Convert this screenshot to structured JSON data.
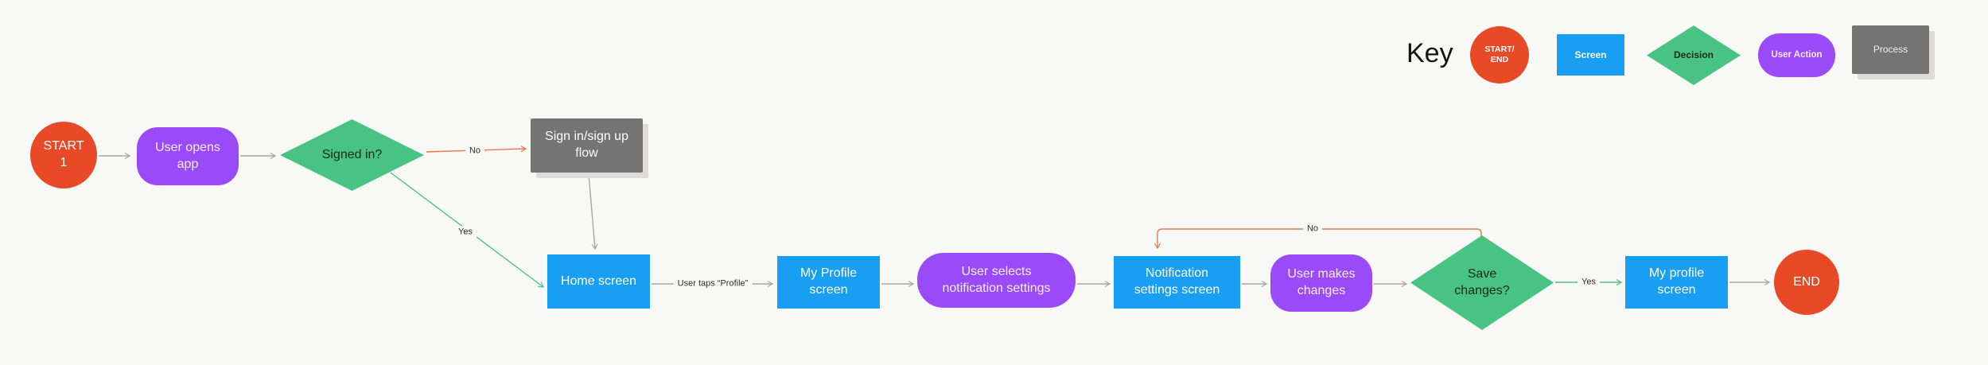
{
  "canvas": {
    "background": "#f8f8f6"
  },
  "key": {
    "title": "Key",
    "items": [
      {
        "id": "start-end",
        "label": "START/\nEND",
        "shape": "circle",
        "color": "#e84a27"
      },
      {
        "id": "screen",
        "label": "Screen",
        "shape": "rect",
        "color": "#189ef2"
      },
      {
        "id": "decision",
        "label": "Decision",
        "shape": "diamond",
        "color": "#49c383"
      },
      {
        "id": "user-action",
        "label": "User Action",
        "shape": "pill",
        "color": "#9a4bf7"
      },
      {
        "id": "process",
        "label": "Process",
        "shape": "rect-shadow",
        "color": "#747474"
      }
    ]
  },
  "nodes": {
    "start": {
      "label": "START\n1",
      "type": "start-end"
    },
    "user_opens_app": {
      "label": "User opens\napp",
      "type": "user-action"
    },
    "signed_in": {
      "label": "Signed in?",
      "type": "decision"
    },
    "sign_in_flow": {
      "label": "Sign in/sign up\nflow",
      "type": "process"
    },
    "home_screen": {
      "label": "Home screen",
      "type": "screen"
    },
    "my_profile_screen": {
      "label": "My Profile\nscreen",
      "type": "screen"
    },
    "user_selects": {
      "label": "User selects\nnotification settings",
      "type": "user-action"
    },
    "notification_settings": {
      "label": "Notification\nsettings screen",
      "type": "screen"
    },
    "user_makes_changes": {
      "label": "User makes\nchanges",
      "type": "user-action"
    },
    "save_changes": {
      "label": "Save\nchanges?",
      "type": "decision"
    },
    "my_profile_screen_2": {
      "label": "My profile\nscreen",
      "type": "screen"
    },
    "end": {
      "label": "END",
      "type": "start-end"
    }
  },
  "edge_labels": {
    "no_sign_in": "No",
    "yes_home": "Yes",
    "user_taps_profile": "User taps “Profile”",
    "no_loop": "No",
    "yes_save": "Yes"
  },
  "colors": {
    "connector_gray": "#a6a6a6",
    "connector_green": "#56bd8c",
    "connector_orange": "#e57a51",
    "node_red": "#e84a27",
    "node_blue": "#189ef2",
    "node_green": "#49c383",
    "node_purple": "#9a4bf7",
    "node_gray": "#747474"
  }
}
